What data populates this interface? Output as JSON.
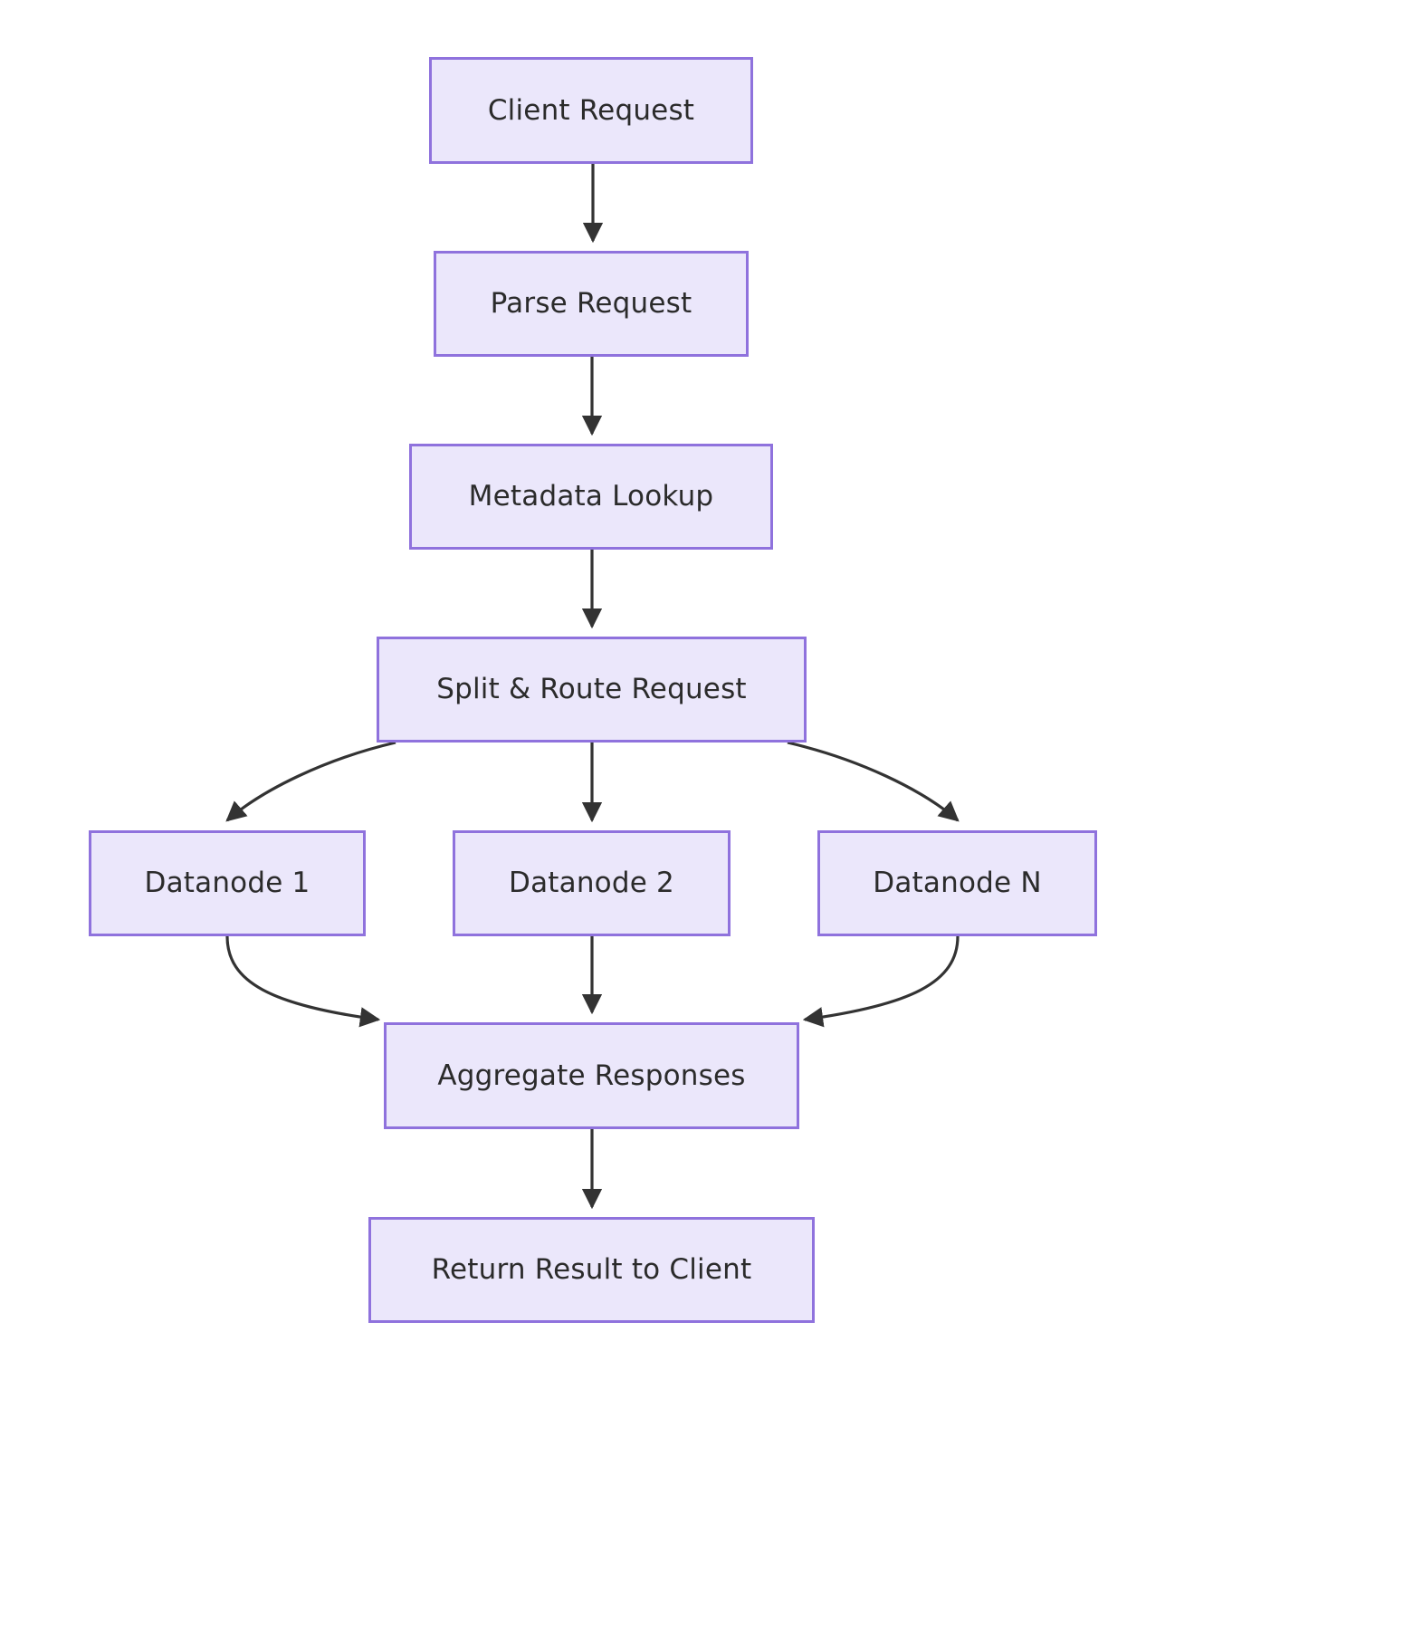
{
  "diagram": {
    "type": "flowchart",
    "orientation": "top-to-bottom",
    "background_color": "#ffffff",
    "node_fill_color": "#ebe7fb",
    "node_border_color": "#8f72dd",
    "node_text_color": "#2b2b2b",
    "edge_color": "#333333",
    "nodes": [
      {
        "id": "client_request",
        "label": "Client Request"
      },
      {
        "id": "parse_request",
        "label": "Parse Request"
      },
      {
        "id": "metadata_lookup",
        "label": "Metadata Lookup"
      },
      {
        "id": "split_route_request",
        "label": "Split & Route Request"
      },
      {
        "id": "datanode_1",
        "label": "Datanode 1"
      },
      {
        "id": "datanode_2",
        "label": "Datanode 2"
      },
      {
        "id": "datanode_n",
        "label": "Datanode N"
      },
      {
        "id": "aggregate_responses",
        "label": "Aggregate Responses"
      },
      {
        "id": "return_result",
        "label": "Return Result to Client"
      }
    ],
    "edges": [
      {
        "from": "client_request",
        "to": "parse_request",
        "label": ""
      },
      {
        "from": "parse_request",
        "to": "metadata_lookup",
        "label": ""
      },
      {
        "from": "metadata_lookup",
        "to": "split_route_request",
        "label": ""
      },
      {
        "from": "split_route_request",
        "to": "datanode_1",
        "label": ""
      },
      {
        "from": "split_route_request",
        "to": "datanode_2",
        "label": ""
      },
      {
        "from": "split_route_request",
        "to": "datanode_n",
        "label": ""
      },
      {
        "from": "datanode_1",
        "to": "aggregate_responses",
        "label": ""
      },
      {
        "from": "datanode_2",
        "to": "aggregate_responses",
        "label": ""
      },
      {
        "from": "datanode_n",
        "to": "aggregate_responses",
        "label": ""
      },
      {
        "from": "aggregate_responses",
        "to": "return_result",
        "label": ""
      }
    ]
  }
}
